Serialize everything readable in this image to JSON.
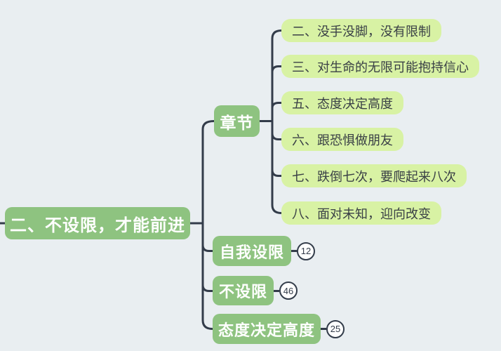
{
  "canvas": {
    "background": "#e9eef1"
  },
  "colors": {
    "branch_node_green": "#8ec380",
    "leaf_node_green": "#d8f2a4",
    "connector_line": "#333c4a",
    "branch_text": "#ffffff",
    "leaf_text": "#3a4046",
    "badge_bg": "#ffffff"
  },
  "mindmap": {
    "root": {
      "label": "二、不设限，才能前进"
    },
    "chapter": {
      "label": "章节",
      "children": [
        {
          "label": "二、没手没脚，没有限制"
        },
        {
          "label": "三、对生命的无限可能抱持信心"
        },
        {
          "label": "五、态度决定高度"
        },
        {
          "label": "六、跟恐惧做朋友"
        },
        {
          "label": "七、跌倒七次，要爬起来八次"
        },
        {
          "label": "八、面对未知，迎向改变"
        }
      ]
    },
    "topics": [
      {
        "label": "自我设限",
        "count": "12"
      },
      {
        "label": "不设限",
        "count": "46"
      },
      {
        "label": "态度决定高度",
        "count": "25"
      }
    ]
  }
}
